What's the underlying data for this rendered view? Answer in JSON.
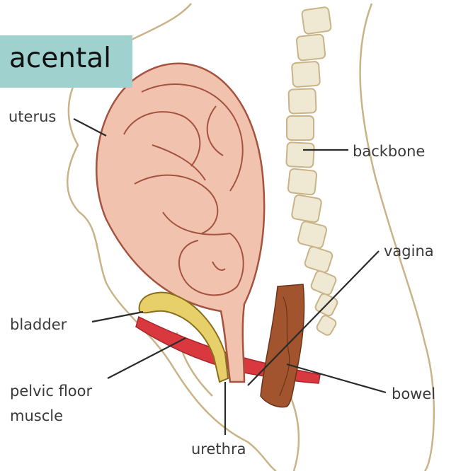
{
  "banner": {
    "text": "acental",
    "color": "#9fd1cf"
  },
  "labels": {
    "uterus": "uterus",
    "backbone": "backbone",
    "vagina": "vagina",
    "bladder": "bladder",
    "pelvic_floor_line1": "pelvic floor",
    "pelvic_floor_line2": "muscle",
    "bowel": "bowel",
    "urethra": "urethra"
  },
  "colors": {
    "uterus_fill": "#f1c2ae",
    "uterus_stroke": "#a4533f",
    "bladder": "#e7d06a",
    "pelvic_floor_muscle": "#d9393e",
    "bowel": "#a1542e",
    "backbone": "#efe8d3",
    "body_outline": "#c9b489",
    "leader_line": "#2b2b2b"
  }
}
